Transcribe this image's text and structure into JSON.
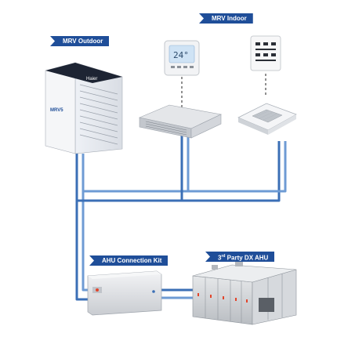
{
  "labels": {
    "outdoor": "MRV Outdoor",
    "indoor": "MRV Indoor",
    "kit": "AHU Connection Kit",
    "ahu_prefix": "3",
    "ahu_sup": "rd",
    "ahu_suffix": " Party DX AHU"
  },
  "outdoor_unit": {
    "brand": "Haier",
    "model_badge": "MRV5"
  },
  "thermostat": {
    "display": "24°"
  },
  "colors": {
    "label_bg": "#1f4e99",
    "pipe": "#3b6fb6",
    "pipe_light": "#6e9bd4",
    "accent": "#e2452b"
  }
}
